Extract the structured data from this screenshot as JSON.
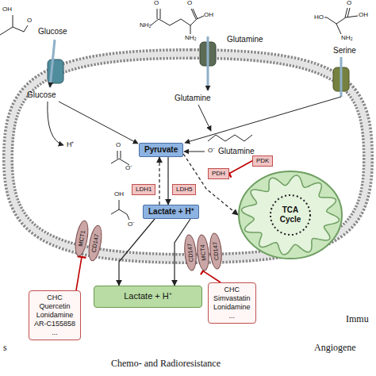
{
  "diagram": {
    "nodes": [
      {
        "text": [
          "Pyruvate"
        ]
      },
      {
        "text": [
          "LDH1"
        ]
      },
      {
        "text": [
          "LDH5"
        ]
      },
      {
        "text": [
          "Lactate + H⁺"
        ]
      },
      {
        "text": [
          "PDH"
        ]
      },
      {
        "text": [
          "PDK"
        ]
      },
      {
        "text": [
          "TCA Cycle"
        ]
      },
      {
        "text": [
          "MCT1"
        ]
      },
      {
        "text": [
          "CD147"
        ]
      },
      {
        "text": [
          "CD147"
        ]
      },
      {
        "text": [
          "MCT4"
        ]
      },
      {
        "text": [
          "CD147"
        ]
      },
      {
        "text": [
          "CHC",
          "Quercetin",
          "Lonidamine",
          "AR-C155858",
          "..."
        ]
      },
      {
        "text": [
          "Lactate + H⁺"
        ]
      },
      {
        "text": [
          "CHC",
          "Simvastatin",
          "Lonidamine",
          "..."
        ]
      }
    ],
    "edges": [
      {
        "from": 0,
        "to": 3,
        "arrow": "to"
      },
      {
        "from": 3,
        "to": 0,
        "arrow": "to"
      },
      {
        "from": 0,
        "to": 6,
        "arrow": "to"
      },
      {
        "from": 5,
        "to": 4,
        "arrow": "none"
      },
      {
        "from": 3,
        "to": 13,
        "arrow": "to"
      },
      {
        "from": 3,
        "to": 13,
        "arrow": "to"
      },
      {
        "from": 12,
        "to": 7,
        "arrow": "none"
      },
      {
        "from": 14,
        "to": 10,
        "arrow": "none"
      }
    ],
    "labels": [
      "OH",
      "O",
      "Glucose",
      "O",
      "NH₂",
      "O",
      "OH",
      "NH₂",
      "Glutamine",
      "HO",
      "O",
      "OH",
      "NH₂",
      "Serine",
      "Glucose",
      "Glutamine",
      "H⁺",
      "O",
      "O⁻",
      "O⁻",
      "Glutamine",
      "OH",
      "O⁻",
      "Immu",
      "s",
      "Angiogene",
      "Chemo- and Radioresistance"
    ]
  }
}
